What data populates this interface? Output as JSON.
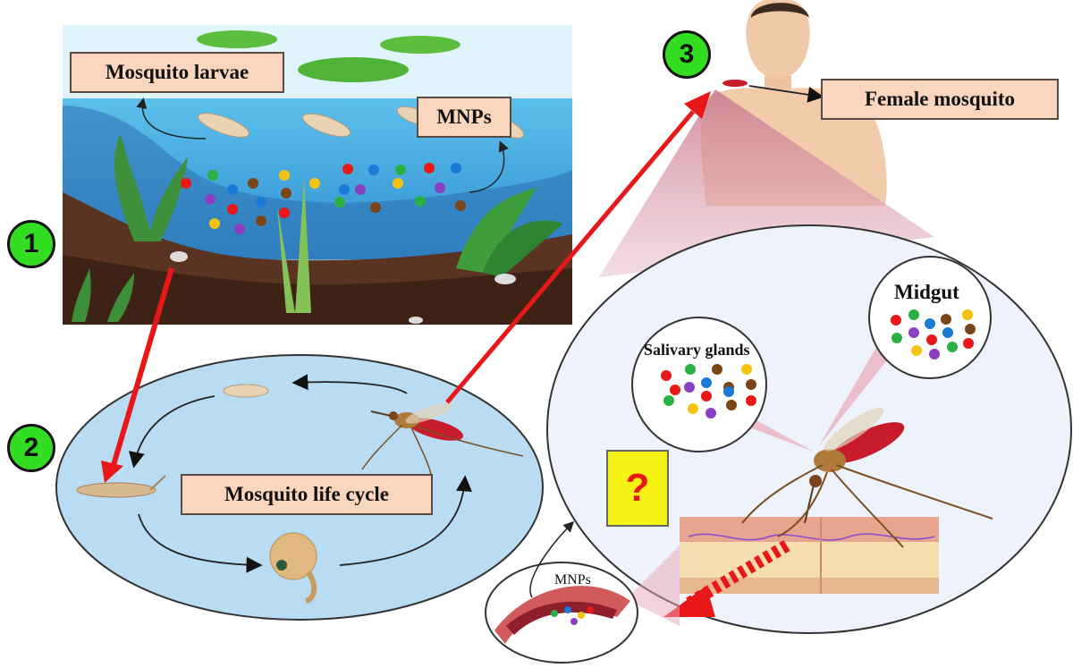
{
  "labels": {
    "larvae": "Mosquito larvae",
    "mnps_water": "MNPs",
    "female": "Female mosquito",
    "lifecycle": "Mosquito life cycle",
    "midgut": "Midgut",
    "salivary": "Salivary glands",
    "mnps_blood": "MNPs",
    "question": "?"
  },
  "steps": [
    "1",
    "2",
    "3"
  ],
  "colors": {
    "label_fill": "#f9d6bd",
    "step_fill": "#33dd22",
    "arrow_red": "#e81818",
    "water": "#4fb2e3",
    "soil": "#4a2a1c",
    "cycle_fill": "#b9dcf2",
    "zoom_fill": "#eef3fb",
    "question_fill": "#f7f215",
    "particles": [
      "#e81818",
      "#1a7bd6",
      "#2bb043",
      "#f2c40f",
      "#8a3fc2",
      "#7a4518"
    ]
  }
}
